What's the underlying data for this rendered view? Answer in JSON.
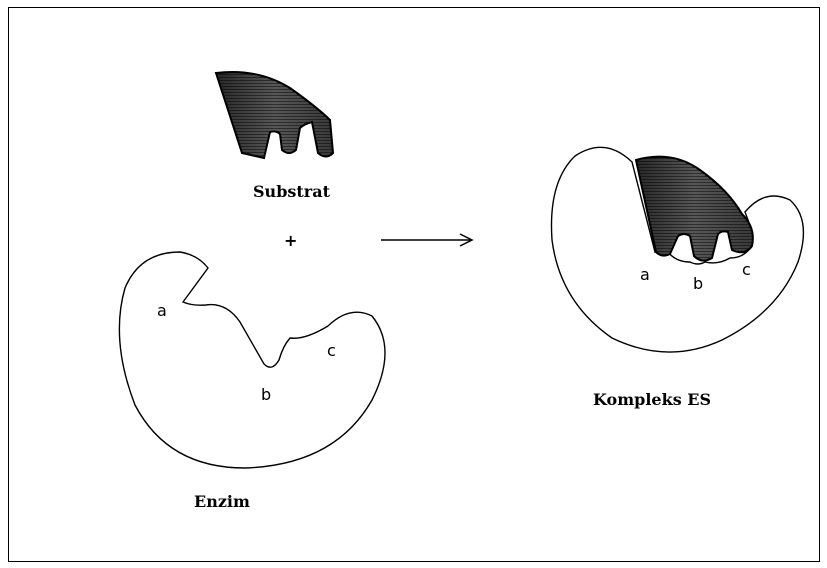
{
  "labels": {
    "substrate": "Substrat",
    "plus": "+",
    "enzyme": "Enzim",
    "complex": "Kompleks ES"
  },
  "sites": {
    "a": "a",
    "b": "b",
    "c": "c"
  },
  "complex_sites": {
    "a": "a",
    "b": "b",
    "c": "c"
  },
  "colors": {
    "outline": "#000000",
    "substrate_fill": "#3a3a3a",
    "background": "#ffffff"
  }
}
